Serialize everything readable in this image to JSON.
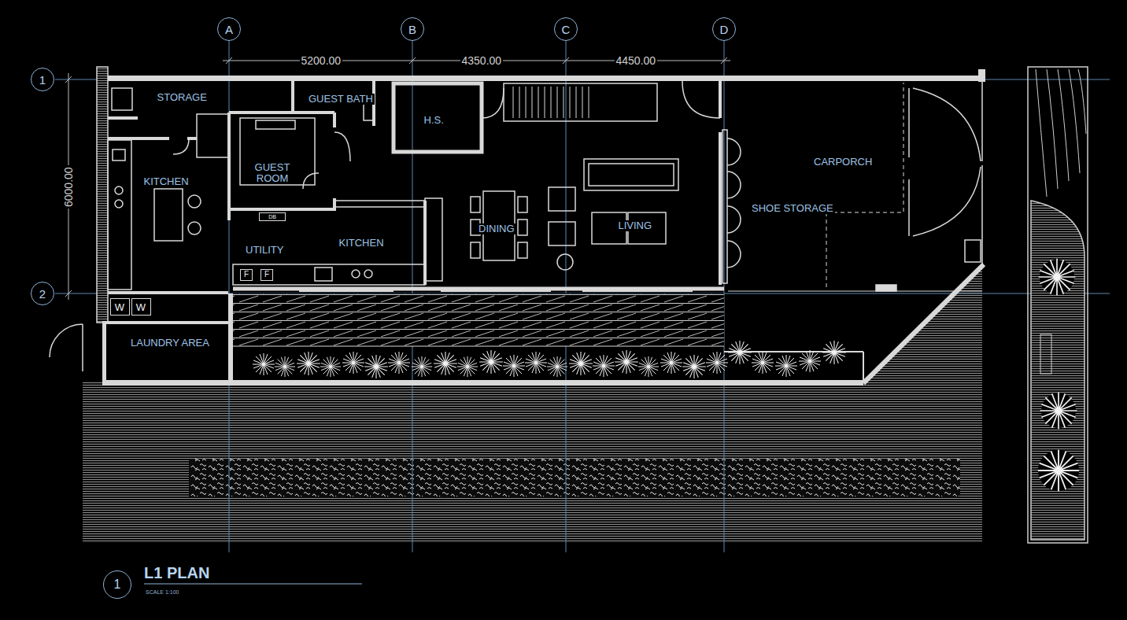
{
  "diagram": {
    "title": "L1 PLAN",
    "nodes": [
      {
        "text": [
          "A"
        ]
      },
      {
        "text": [
          "B"
        ]
      },
      {
        "text": [
          "C"
        ]
      },
      {
        "text": [
          "D"
        ]
      },
      {
        "text": [
          "1"
        ]
      },
      {
        "text": [
          "2"
        ]
      },
      {
        "text": [
          "W"
        ]
      },
      {
        "text": [
          "W"
        ]
      },
      {
        "text": [
          "F"
        ]
      },
      {
        "text": [
          "F"
        ]
      },
      {
        "text": [
          "DB"
        ]
      },
      {
        "text": [
          "1"
        ]
      }
    ],
    "labels": [
      "5200.00",
      "4350.00",
      "4450.00",
      "6000.00",
      "STORAGE",
      "GUEST BATH",
      "H.S.",
      "GUEST ROOM",
      "KITCHEN",
      "DINING",
      "LIVING",
      "CARPORCH",
      "SHOE STORAGE",
      "UTILITY",
      "KITCHEN",
      "LAUNDRY AREA",
      "SCALE 1:100"
    ]
  }
}
